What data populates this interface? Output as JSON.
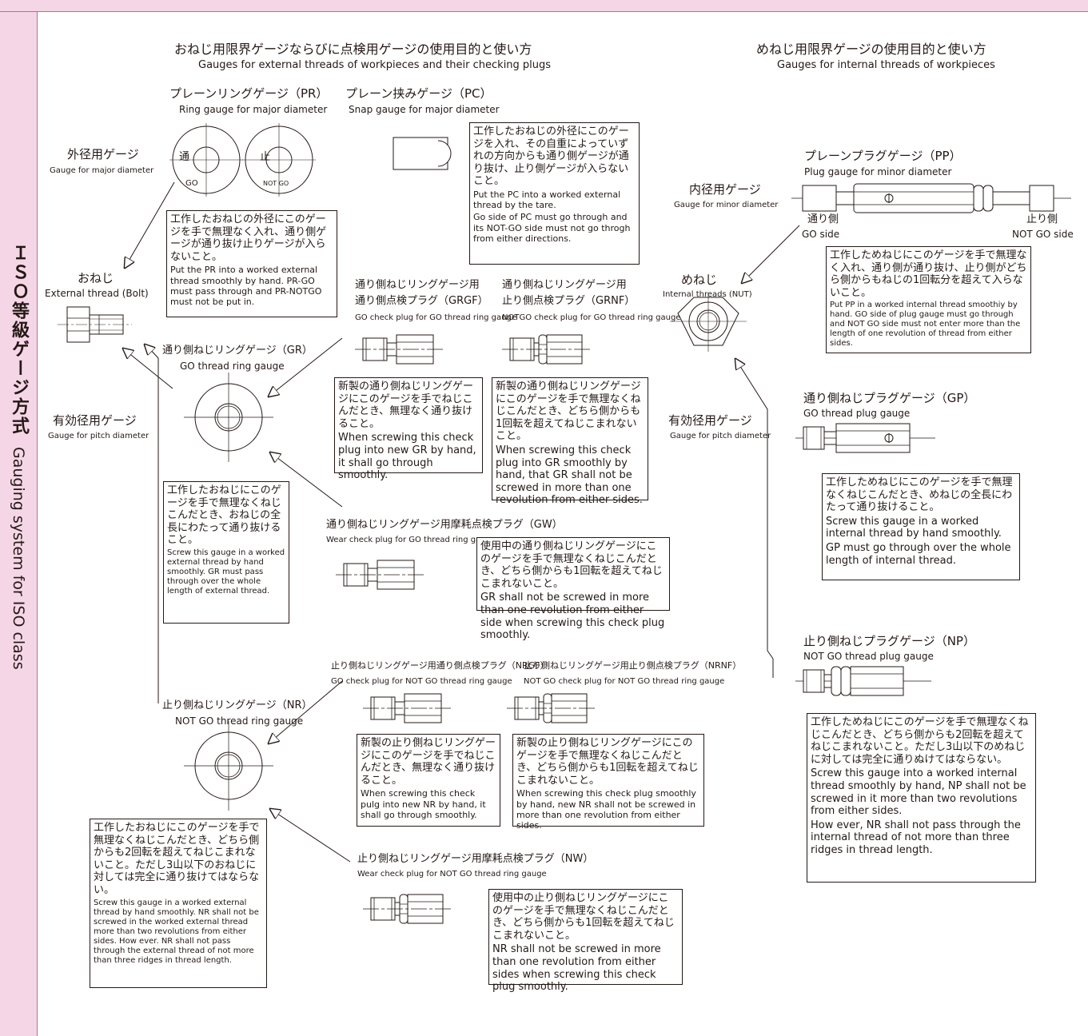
{
  "sidebar": {
    "title_ja": "ＩＳＯ等級ゲージ方式",
    "title_en": "Gauging system for ISO class"
  },
  "headers": {
    "left_ja": "おねじ用限界ゲージならびに点検用ゲージの使用目的と使い方",
    "left_en": "Gauges for external threads of workpieces and their checking plugs",
    "right_ja": "めねじ用限界ゲージの使用目的と使い方",
    "right_en": "Gauges for internal threads of workpieces"
  },
  "labels": {
    "pr_ja": "プレーンリングゲージ（PR）",
    "pr_en": "Ring gauge for major diameter",
    "pc_ja": "プレーン挟みゲージ（PC）",
    "pc_en": "Snap gauge for major diameter",
    "major_ja": "外径用ゲージ",
    "major_en": "Gauge for major diameter",
    "bolt_ja": "おねじ",
    "bolt_en": "External thread (Bolt)",
    "go_mark": "通",
    "go_text": "GO",
    "stop_mark": "止",
    "notgo_text": "NOT GO",
    "grgf_ja1": "通り側ねじリングゲージ用",
    "grgf_ja2": "通り側点検プラグ（GRGF）",
    "grgf_en": "GO check plug for GO thread ring gauge",
    "grnf_ja1": "通り側ねじリングゲージ用",
    "grnf_ja2": "止り側点検プラグ（GRNF）",
    "grnf_en": "NOTGO check plug for GO thread ring gauge",
    "gr_ja": "通り側ねじリングゲージ（GR）",
    "gr_en": "GO thread ring gauge",
    "pitch_left_ja": "有効径用ゲージ",
    "pitch_left_en": "Gauge for pitch diameter",
    "gw_ja": "通り側ねじリングゲージ用摩耗点検プラグ（GW）",
    "gw_en": "Wear check plug for GO thread ring gauge",
    "nrgf_ja": "止り側ねじリングゲージ用通り側点検プラグ（NRGF）",
    "nrgf_en": "GO check plug for NOT GO thread ring gauge",
    "nrnf_ja": "止り側ねじリングゲージ用止り側点検プラグ（NRNF）",
    "nrnf_en": "NOT GO check plug for NOT GO thread ring gauge",
    "nr_ja": "止り側ねじリングゲージ（NR）",
    "nr_en": "NOT GO thread ring gauge",
    "nw_ja": "止り側ねじリングゲージ用摩耗点検プラグ（NW）",
    "nw_en": "Wear check plug for NOT GO thread ring gauge",
    "minor_ja": "内径用ゲージ",
    "minor_en": "Gauge for minor diameter",
    "pp_ja": "プレーンプラグゲージ（PP）",
    "pp_en": "Plug gauge for minor diameter",
    "go_side_ja": "通り側",
    "go_side_en": "GO side",
    "notgo_side_ja": "止り側",
    "notgo_side_en": "NOT GO side",
    "nut_ja": "めねじ",
    "nut_en": "Internal threads (NUT)",
    "pitch_right_ja": "有効径用ゲージ",
    "pitch_right_en": "Gauge for pitch diameter",
    "gp_ja": "通り側ねじプラグゲージ（GP）",
    "gp_en": "GO thread plug gauge",
    "np_ja": "止り側ねじプラグゲージ（NP）",
    "np_en": "NOT GO thread plug gauge"
  },
  "boxes": {
    "pc": {
      "ja": "工作したおねじの外径にこのゲージを入れ、その自重によっていずれの方向からも通り側ゲージが通り抜け、止り側ゲージが入らないこと。",
      "en1": "Put the PC into a worked external thread by the tare.",
      "en2": "Go side of PC must go through and its NOT-GO side must not go throgh from either directions."
    },
    "pr": {
      "ja": "工作したおねじの外径にこのゲージを手で無理なく入れ、通り側ゲージが通り抜け止りゲージが入らないこと。",
      "en": "Put the PR into a worked external thread smoothly by hand. PR-GO must pass through and PR-NOTGO must not be put in."
    },
    "grgf": {
      "ja": "新製の通り側ねじリングゲージにこのゲージを手でねじこんだとき、無理なく通り抜けること。",
      "en": "When screwing this check plug into new GR by hand, it shall go through smoothly."
    },
    "grnf": {
      "ja": "新製の通り側ねじリングゲージにこのゲージを手で無理なくねじこんだとき、どちら側からも1回転を超えてねじこまれないこと。",
      "en": "When screwing this check plug into GR smoothly by hand, that GR shall not be screwed in more than one revolution from either sides."
    },
    "gr": {
      "ja": "工作したおねじにこのゲージを手で無理なくねじこんだとき、おねじの全長にわたって通り抜けること。",
      "en": "Screw this gauge in a worked external thread by hand smoothly. GR must pass through over the whole length of external thread."
    },
    "gw": {
      "ja": "使用中の通り側ねじリングゲージにこのゲージを手で無理なくねじこんだとき、どちら側からも1回転を超えてねじこまれないこと。",
      "en": "GR shall not be screwed in more than one revolution from either side when screwing this check plug smoothly."
    },
    "nrgf": {
      "ja": "新製の止り側ねじリングゲージにこのゲージを手でねじこんだとき、無理なく通り抜けること。",
      "en": "When screwing this check pulg into new NR by hand, it shall go through smoothly."
    },
    "nrnf": {
      "ja": "新製の止り側ねじリングゲージにこのゲージを手で無理なくねじこんだとき、どちら側からも1回転を超えてねじこまれないこと。",
      "en": "When screwing this check plug smoothly by hand, new NR shall not be screwed in more than one revolution from either sides."
    },
    "nr": {
      "ja": "工作したおねじにこのゲージを手で無理なくねじこんだとき、どちら側からも2回転を超えてねじこまれないこと。ただし3山以下のおねじに対しては完全に通り抜けてはならない。",
      "en": "Screw this gauge in a worked external thread by hand smoothly. NR shall not be screwed in the worked external thread more than two revolutions from either sides.  How ever. NR shall not pass through the external thread of not more than three ridges in thread length."
    },
    "nw": {
      "ja": "使用中の止り側ねじリングゲージにこのゲージを手で無理なくねじこんだとき、どちら側からも1回転を超えてねじこまれないこと。",
      "en": "NR shall not be screwed in more than one revolution from either sides when screwing this check plug smoothly."
    },
    "pp": {
      "ja": "工作しためねじにこのゲージを手で無理なく入れ、通り側が通り抜け、止り側がどちら側からもねじの1回転分を超えて入らないこと。",
      "en": "Put PP in a worked internal thread smoothiy by hand. GO side of plug gauge must go through and NOT GO side must not enter more than the length of one revolution of thread from either sides."
    },
    "gp": {
      "ja": "工作しためねじにこのゲージを手で無理なくねじこんだとき、めねじの全長にわたって通り抜けること。",
      "en1": "Screw this gauge in a worked internal thread by hand smoothly.",
      "en2": "GP must go through over the whole length of internal thread."
    },
    "np": {
      "ja": "工作しためねじにこのゲージを手で無理なくねじこんだとき、どちら側からも2回転を超えてねじこまれないこと。ただし3山以下のめねじに対しては完全に通りぬけてはならない。",
      "en1": "Screw this gauge into a worked internal thread smoothly by hand, NP shall not be screwed in it more than two revolutions from either sides.",
      "en2": "How ever, NR shall not pass through the internal thread of not more than three ridges in thread length."
    }
  },
  "colors": {
    "band": "#f5d6e6",
    "band_border": "#b07090",
    "ink": "#231815"
  }
}
